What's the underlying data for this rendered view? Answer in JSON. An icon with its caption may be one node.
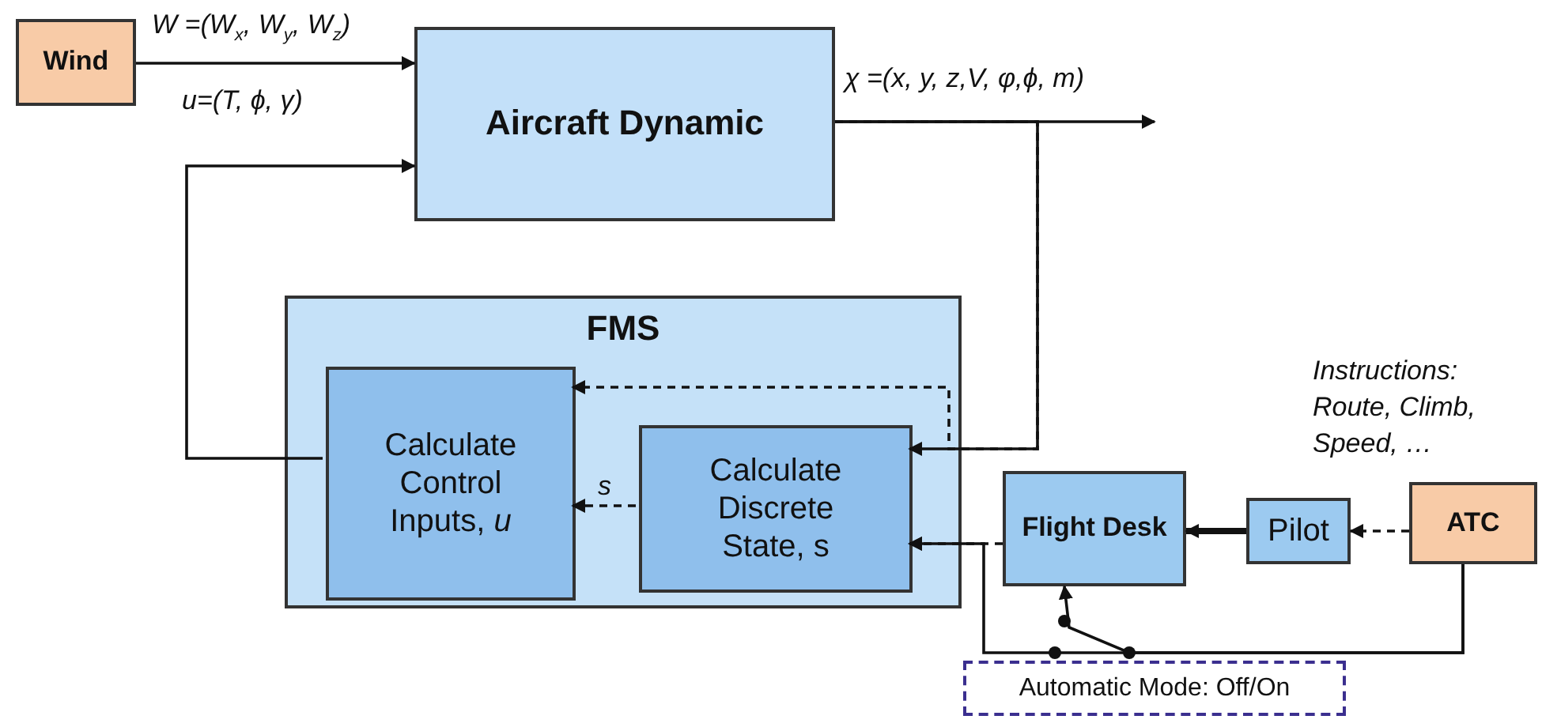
{
  "diagram": {
    "nodes": [
      {
        "text": [
          "Wind"
        ]
      },
      {
        "text": [
          "Aircraft  Dynamic"
        ]
      },
      {
        "text": [
          "FMS"
        ]
      },
      {
        "text": [
          "Calculate Control Inputs, *u*"
        ],
        "in": 2
      },
      {
        "text": [
          "Calculate Discrete State, s"
        ],
        "in": 2
      },
      {
        "text": [
          "Flight Desk"
        ]
      },
      {
        "text": [
          "Pilot"
        ]
      },
      {
        "text": [
          "ATC"
        ],
        "beside": [
          "Instructions: Route, Climb, Speed, …"
        ]
      },
      {
        "text": [
          "Automatic Mode: Off/On"
        ]
      }
    ],
    "edges": [
      {
        "from": 0,
        "to": 1,
        "arrow": "to",
        "label": "W =(W$_{x}$, W$_{y}$, W$_{z}$)"
      },
      {
        "from": 3,
        "to": 1,
        "arrow": "to",
        "label": "u=(T, ϕ, γ)"
      },
      {
        "from": 1,
        "to": null,
        "arrow": "to",
        "label": "χ =(x, y, z,V, φ,ϕ, m)"
      },
      {
        "from": 1,
        "to": 4,
        "arrow": "to"
      },
      {
        "from": 1,
        "to": 3,
        "arrow": "to",
        "style": "dashed"
      },
      {
        "from": 4,
        "to": 3,
        "arrow": "to",
        "style": "dashed",
        "label": "s"
      },
      {
        "from": 5,
        "to": 4,
        "arrow": "to",
        "style": "dashed"
      },
      {
        "from": 6,
        "to": 5,
        "arrow": "to",
        "style": "thick"
      },
      {
        "from": 7,
        "to": 6,
        "arrow": "to",
        "style": "dashed"
      },
      {
        "from": 7,
        "to": 5,
        "arrow": "to"
      },
      {
        "from": 7,
        "to": 4,
        "arrow": "to"
      }
    ]
  }
}
